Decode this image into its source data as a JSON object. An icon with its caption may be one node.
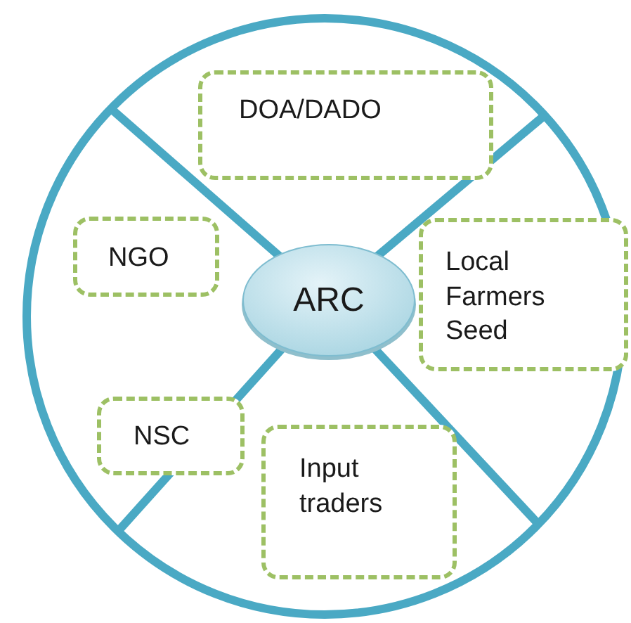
{
  "diagram": {
    "nodes": [
      {
        "text": [
          "DOA/DADO"
        ]
      },
      {
        "text": [
          "NGO"
        ]
      },
      {
        "text": [
          "ARC"
        ]
      },
      {
        "text": [
          "Local Farmers Seed"
        ]
      },
      {
        "text": [
          "NSC"
        ]
      },
      {
        "text": [
          "Input traders"
        ]
      }
    ]
  }
}
